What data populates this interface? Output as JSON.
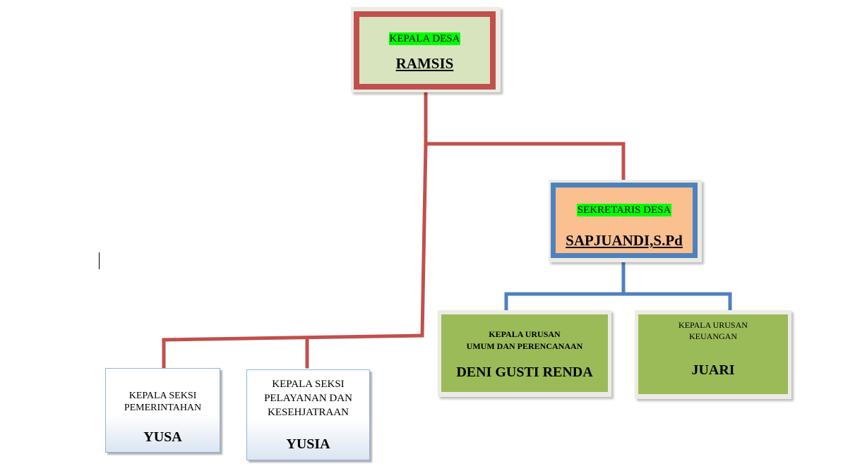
{
  "colors": {
    "red_line": "#c0504d",
    "blue_line": "#4f81bd",
    "highlight": "#00ff00",
    "head_fill": "#d7e4bd",
    "secretary_fill": "#fac090",
    "kaur_fill": "#9bbb59",
    "kasi_border": "#8eb4e3"
  },
  "kepala_desa": {
    "role": "KEPALA DESA",
    "name": "RAMSIS"
  },
  "sekretaris_desa": {
    "role": "SEKRETARIS DESA",
    "name": "SAPJUANDI,S.Pd"
  },
  "kaur_umum": {
    "role_line1": "KEPALA URUSAN",
    "role_line2": "UMUM DAN PERENCANAAN",
    "name": "DENI GUSTI RENDA"
  },
  "kaur_keuangan": {
    "role_line1": "KEPALA URUSAN",
    "role_line2": "KEUANGAN",
    "name": "JUARI"
  },
  "kasi_pemerintahan": {
    "role_line1": "KEPALA SEKSI",
    "role_line2": "PEMERINTAHAN",
    "name": "YUSA"
  },
  "kasi_pelayanan": {
    "role_line1": "KEPALA SEKSI",
    "role_line2": "PELAYANAN DAN",
    "role_line3": "KESEHJATRAAN",
    "name": "YUSIA"
  }
}
